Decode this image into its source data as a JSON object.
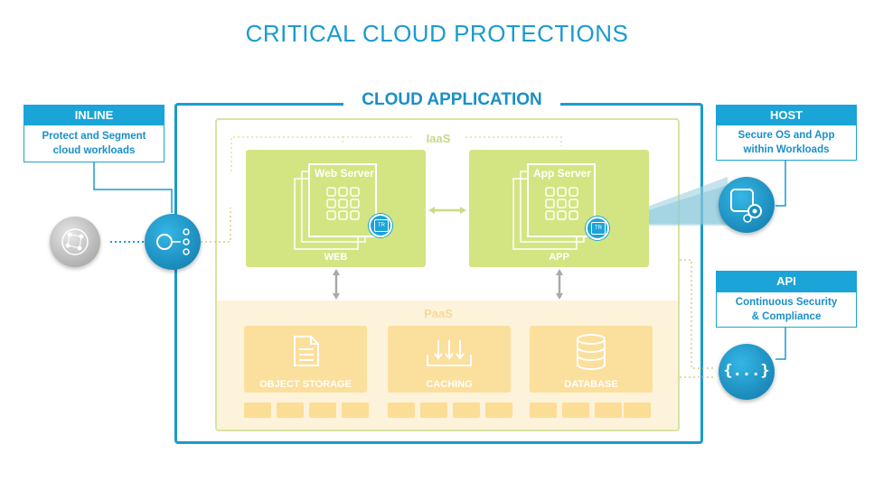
{
  "title": "CRITICAL CLOUD PROTECTIONS",
  "cloud_app": {
    "title": "CLOUD APPLICATION"
  },
  "iaas": {
    "label": "IaaS",
    "web": {
      "name": "Web Server",
      "label": "WEB",
      "badge": "TR"
    },
    "app": {
      "name": "App Server",
      "label": "APP",
      "badge": "TR"
    }
  },
  "paas": {
    "label": "PaaS",
    "services": [
      {
        "label": "OBJECT STORAGE",
        "icon": "document-icon"
      },
      {
        "label": "CACHING",
        "icon": "download-tray-icon"
      },
      {
        "label": "DATABASE",
        "icon": "database-icon"
      }
    ]
  },
  "callouts": {
    "inline": {
      "heading": "INLINE",
      "line1": "Protect and Segment",
      "line2": "cloud workloads"
    },
    "host": {
      "heading": "HOST",
      "line1": "Secure OS and App",
      "line2": "within Workloads"
    },
    "api": {
      "heading": "API",
      "line1": "Continuous Security",
      "line2": "& Compliance",
      "glyph": "{...}"
    }
  },
  "colors": {
    "accent_blue": "#1a9bd0",
    "iaas_green": "#d3e582",
    "paas_orange": "#fbdf9c",
    "paas_background": "#fdf2da"
  }
}
